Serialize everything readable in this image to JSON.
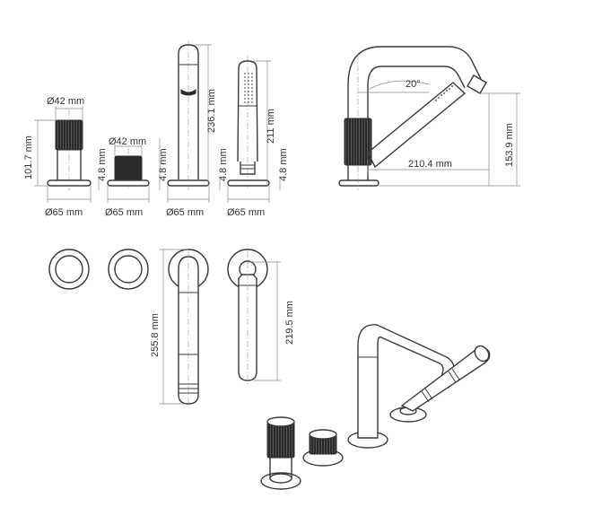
{
  "dimensions": {
    "knob_tall_diameter": "Ø42 mm",
    "knob_tall_height": "101.7 mm",
    "knob_tall_base_height": "4.8 mm",
    "knob_tall_base_diameter": "Ø65 mm",
    "knob_short_diameter": "Ø42 mm",
    "knob_short_base_height": "4.8 mm",
    "knob_short_base_diameter": "Ø65 mm",
    "spout_height": "236.1 mm",
    "spout_base_height": "4.8 mm",
    "spout_base_diameter": "Ø65 mm",
    "handshower_height": "211 mm",
    "handshower_base_height": "4.8 mm",
    "handshower_base_diameter": "Ø65 mm",
    "spout_angle": "20°",
    "spout_reach": "210.4 mm",
    "spout_outlet_height": "153.9 mm",
    "top_view_spout_length": "255.8 mm",
    "top_view_handshower_length": "219.5 mm"
  },
  "colors": {
    "line": "#3a3a3a",
    "knurled_handle": "#2b2b2b",
    "dimension_line": "#888888"
  }
}
